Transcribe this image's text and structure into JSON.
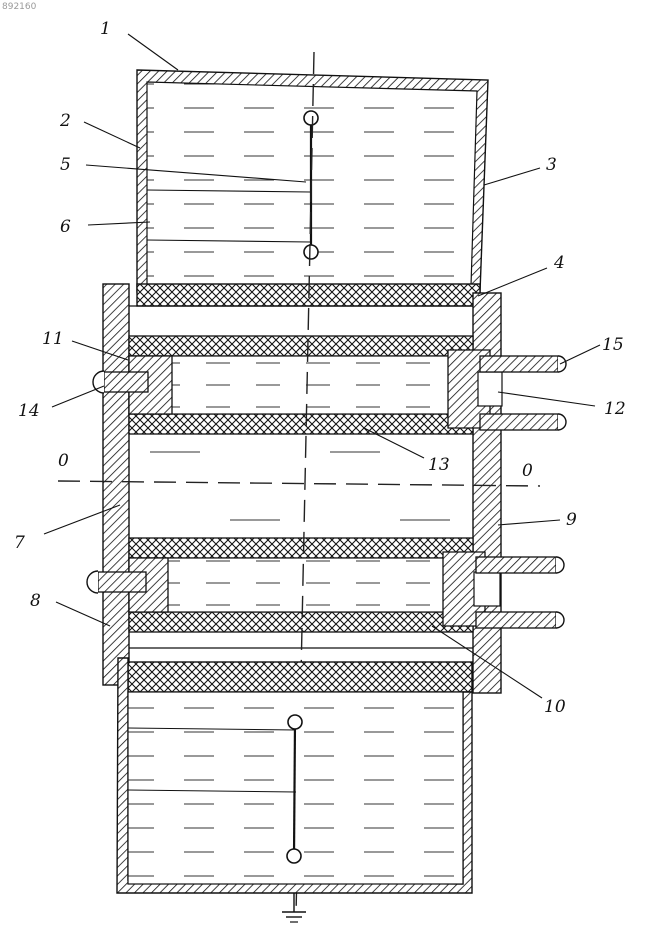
{
  "watermark": "892160",
  "axis_labels": {
    "left": "0",
    "right": "0"
  },
  "callouts": [
    {
      "id": "c1",
      "text": "1"
    },
    {
      "id": "c2",
      "text": "2"
    },
    {
      "id": "c3",
      "text": "3"
    },
    {
      "id": "c4",
      "text": "4"
    },
    {
      "id": "c5",
      "text": "5"
    },
    {
      "id": "c6",
      "text": "6"
    },
    {
      "id": "c7",
      "text": "7"
    },
    {
      "id": "c8",
      "text": "8"
    },
    {
      "id": "c9",
      "text": "9"
    },
    {
      "id": "c10",
      "text": "10"
    },
    {
      "id": "c11",
      "text": "11"
    },
    {
      "id": "c12",
      "text": "12"
    },
    {
      "id": "c13",
      "text": "13"
    },
    {
      "id": "c14",
      "text": "14"
    },
    {
      "id": "c15",
      "text": "15"
    }
  ]
}
